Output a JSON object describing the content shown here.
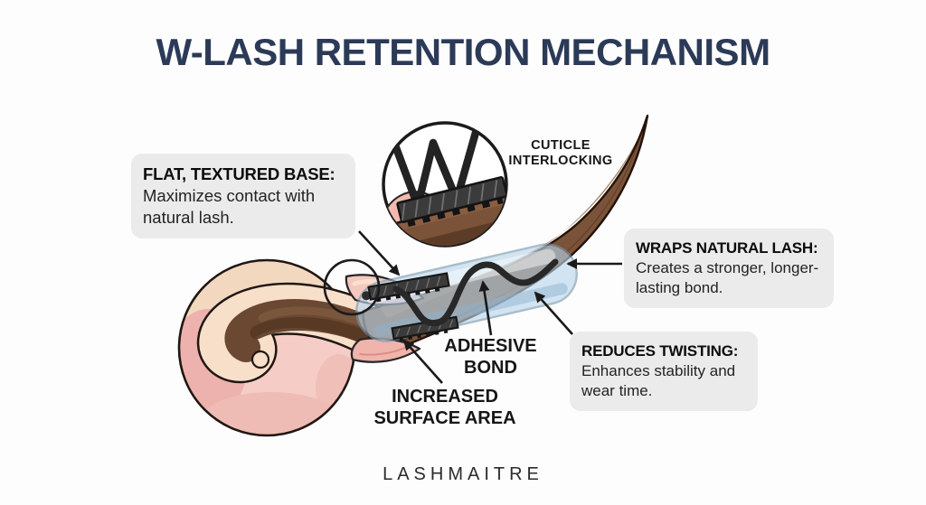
{
  "title": "W-LASH RETENTION MECHANISM",
  "brand": "LASHMAITRE",
  "callouts": {
    "flat_base": {
      "heading": "FLAT, TEXTURED BASE:",
      "body": "Maximizes contact with natural lash."
    },
    "cuticle_interlocking": {
      "line1": "CUTICLE",
      "line2": "INTERLOCKING"
    },
    "wraps_natural_lash": {
      "heading": "WRAPS NATURAL LASH:",
      "body": "Creates a stronger, longer-lasting bond."
    },
    "reduces_twisting": {
      "heading": "REDUCES TWISTING:",
      "body": "Enhances stability and wear time."
    },
    "adhesive_bond": {
      "line1": "ADHESIVE",
      "line2": "BOND"
    },
    "increased_surface_area": {
      "line1": "INCREASED",
      "line2": "SURFACE AREA"
    }
  },
  "colors": {
    "title_navy": "#2b3a57",
    "callout_background": "#ebebeb",
    "label_text": "#161616",
    "lash_brown": "#7a5338",
    "lash_dark_brown": "#5c3c26",
    "follicle_pink": "#f5cdc6",
    "follicle_cream": "#f2d8bf",
    "adhesive_blue": "#b9d6ec",
    "fiber_black": "#282828"
  }
}
